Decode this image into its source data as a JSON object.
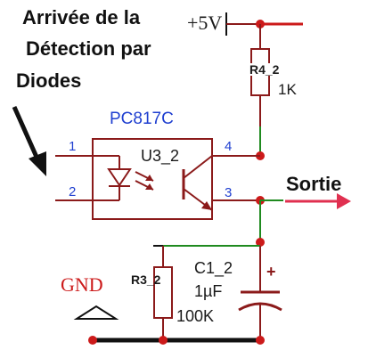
{
  "annotation": {
    "line1": "Arrivée de la",
    "line2": "Détection par",
    "line3": "Diodes"
  },
  "supply_label": "+5V",
  "optocoupler": {
    "part": "PC817C",
    "ref": "U3_2",
    "pins": [
      "1",
      "2",
      "3",
      "4"
    ]
  },
  "r4": {
    "ref": "R4_2",
    "value": "1K"
  },
  "r3": {
    "ref": "R3_2",
    "value": "100K"
  },
  "c1": {
    "ref": "C1_2",
    "value": "1µF",
    "polarity": "+"
  },
  "output_label": "Sortie",
  "ground_label": "GND",
  "colors": {
    "wire": "#8b1a1a",
    "wire_green": "#1f8a1f",
    "junction": "#cc1a1a",
    "label_blue": "#1f3fd0",
    "arrow_red": "#e03050",
    "ground_red": "#cc1a1a"
  }
}
